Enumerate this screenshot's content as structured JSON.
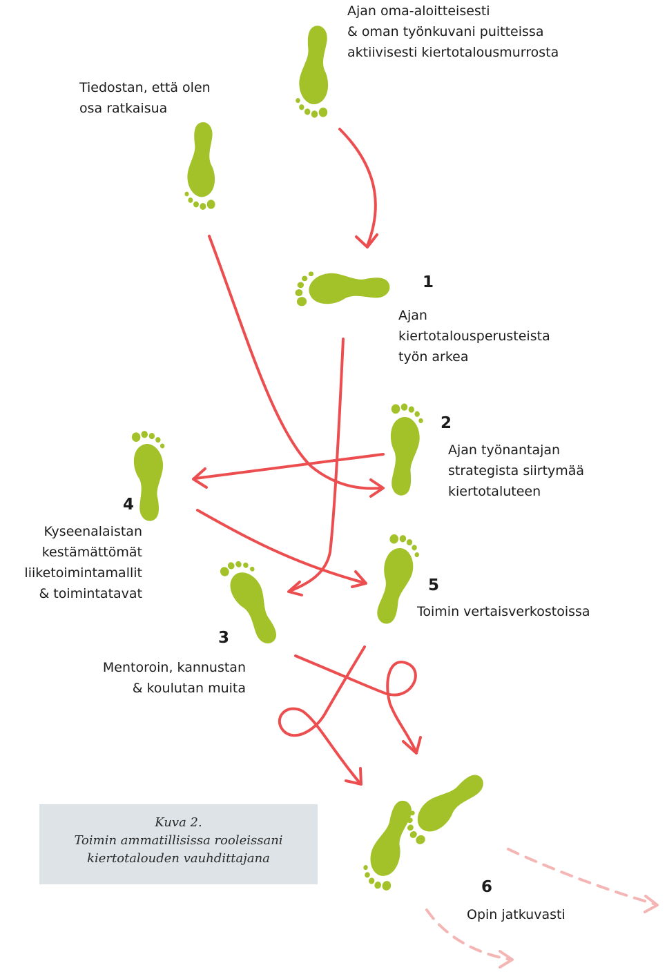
{
  "colors": {
    "foot": "#a3c22a",
    "arrow": "#ec4e50",
    "arrow_faded": "#f4b6b5",
    "caption_bg": "#dde3e6"
  },
  "steps": {
    "top_right": {
      "lines": [
        "Ajan oma-aloitteisesti",
        "& oman työnkuvani puitteissa",
        "aktiivisesti kiertotalousmurrosta"
      ]
    },
    "top_left": {
      "lines": [
        "Tiedostan, että olen",
        "osa ratkaisua"
      ]
    },
    "s1": {
      "number": "1",
      "lines": [
        "Ajan",
        "kiertotalousperusteista",
        "työn arkea"
      ]
    },
    "s2": {
      "number": "2",
      "lines": [
        "Ajan työnantajan",
        "strategista siirtymää",
        "kiertotaluteen"
      ]
    },
    "s4": {
      "number": "4",
      "lines": [
        "Kyseenalaistan",
        "kestämättömät",
        "liiketoimintamallit",
        "& toimintatavat"
      ]
    },
    "s5": {
      "number": "5",
      "lines": [
        "Toimin vertaisverkostoissa"
      ]
    },
    "s3": {
      "number": "3",
      "lines": [
        "Mentoroin, kannustan",
        "& koulutan muita"
      ]
    },
    "s6": {
      "number": "6",
      "lines": [
        "Opin jatkuvasti"
      ]
    }
  },
  "caption": {
    "title": "Kuva 2.",
    "line1": "Toimin ammatillisissa rooleissani",
    "line2": "kiertotalouden vauhdittajana"
  }
}
